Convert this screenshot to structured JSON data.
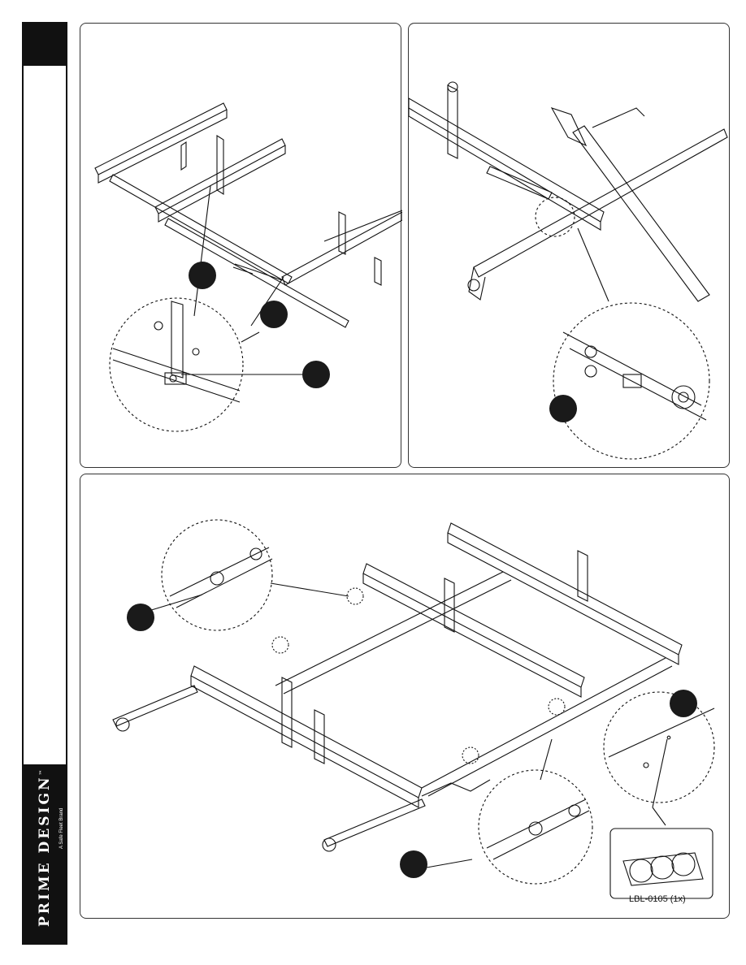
{
  "brand": {
    "name": "PRIME DESIGN",
    "trademark": "™",
    "tagline": "A Safe Fleet Brand"
  },
  "figures": {
    "detail_a": {
      "callouts": 3
    },
    "detail_b": {
      "callouts": 1
    },
    "assembly": {
      "callouts": 3
    }
  },
  "part_label": {
    "text": "LBL-0105 (1x)"
  }
}
